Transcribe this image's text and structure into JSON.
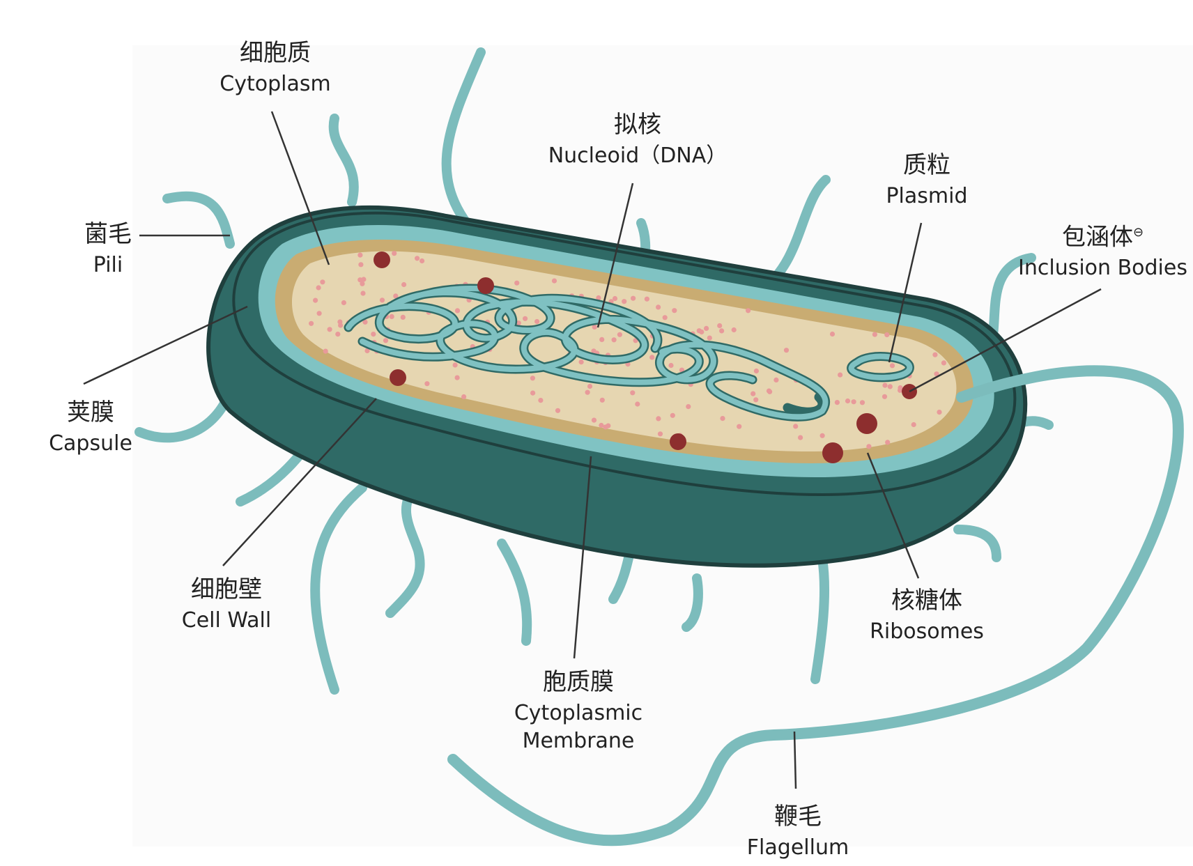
{
  "labels": {
    "cytoplasm": {
      "zh": "细胞质",
      "en": "Cytoplasm"
    },
    "nucleoid": {
      "zh": "拟核",
      "en": "Nucleoid（DNA）"
    },
    "plasmid": {
      "zh": "质粒",
      "en": "Plasmid"
    },
    "inclusion": {
      "zh": "包涵体",
      "en": "Inclusion Bodies",
      "mark": "⊖"
    },
    "pili": {
      "zh": "菌毛",
      "en": "Pili"
    },
    "capsule": {
      "zh": "荚膜",
      "en": "Capsule"
    },
    "cell_wall": {
      "zh": "细胞壁",
      "en": "Cell Wall"
    },
    "membrane": {
      "zh": "胞质膜",
      "en": "Cytoplasmic",
      "en2": "Membrane"
    },
    "ribosomes": {
      "zh": "核糖体",
      "en": "Ribosomes"
    },
    "flagellum": {
      "zh": "鞭毛",
      "en": "Flagellum"
    }
  },
  "colors": {
    "capsule_dark": "#2f6a66",
    "outline": "#1f3f3d",
    "wall": "#80c3c3",
    "membrane": "#c9ac72",
    "cytoplasm": "#e6d6b1",
    "dna": "#7fc1c2",
    "ribosome": "#e89a9a",
    "inclusion": "#8d2e2e",
    "pili": "#7cbcbc"
  }
}
